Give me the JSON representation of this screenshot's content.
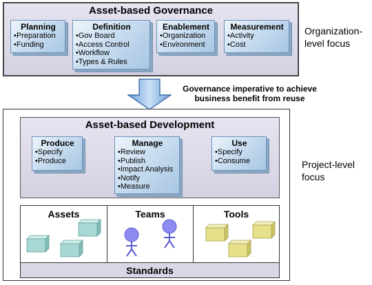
{
  "governance": {
    "title": "Asset-based Governance",
    "side_label_line1": "Organization-",
    "side_label_line2": "level focus",
    "boxes": [
      {
        "title": "Planning",
        "items": [
          "Preparation",
          "Funding"
        ]
      },
      {
        "title": "Definition",
        "items": [
          "Gov Board",
          "Access Control",
          "Workflow",
          "Types & Rules"
        ]
      },
      {
        "title": "Enablement",
        "items": [
          "Organization",
          "Environment"
        ]
      },
      {
        "title": "Measurement",
        "items": [
          "Activity",
          "Cost"
        ]
      }
    ]
  },
  "arrow": {
    "line1": "Governance imperative to achieve",
    "line2": "business benefit from reuse"
  },
  "development": {
    "title": "Asset-based Development",
    "side_label_line1": "Project-level",
    "side_label_line2": "focus",
    "boxes": [
      {
        "title": "Produce",
        "items": [
          "Specify",
          "Produce"
        ]
      },
      {
        "title": "Manage",
        "items": [
          "Review",
          "Publish",
          "Impact Analysis",
          "Notify",
          "Measure"
        ]
      },
      {
        "title": "Use",
        "items": [
          "Specify",
          "Consume"
        ]
      }
    ]
  },
  "resources": {
    "assets": "Assets",
    "teams": "Teams",
    "tools": "Tools",
    "standards": "Standards"
  },
  "colors": {
    "panel": "#d4d1e2",
    "box": "#c9ddf0",
    "asset_cube": "#a8d8d4",
    "tool_cube": "#e6e08a",
    "person": "#8c8cf0"
  }
}
